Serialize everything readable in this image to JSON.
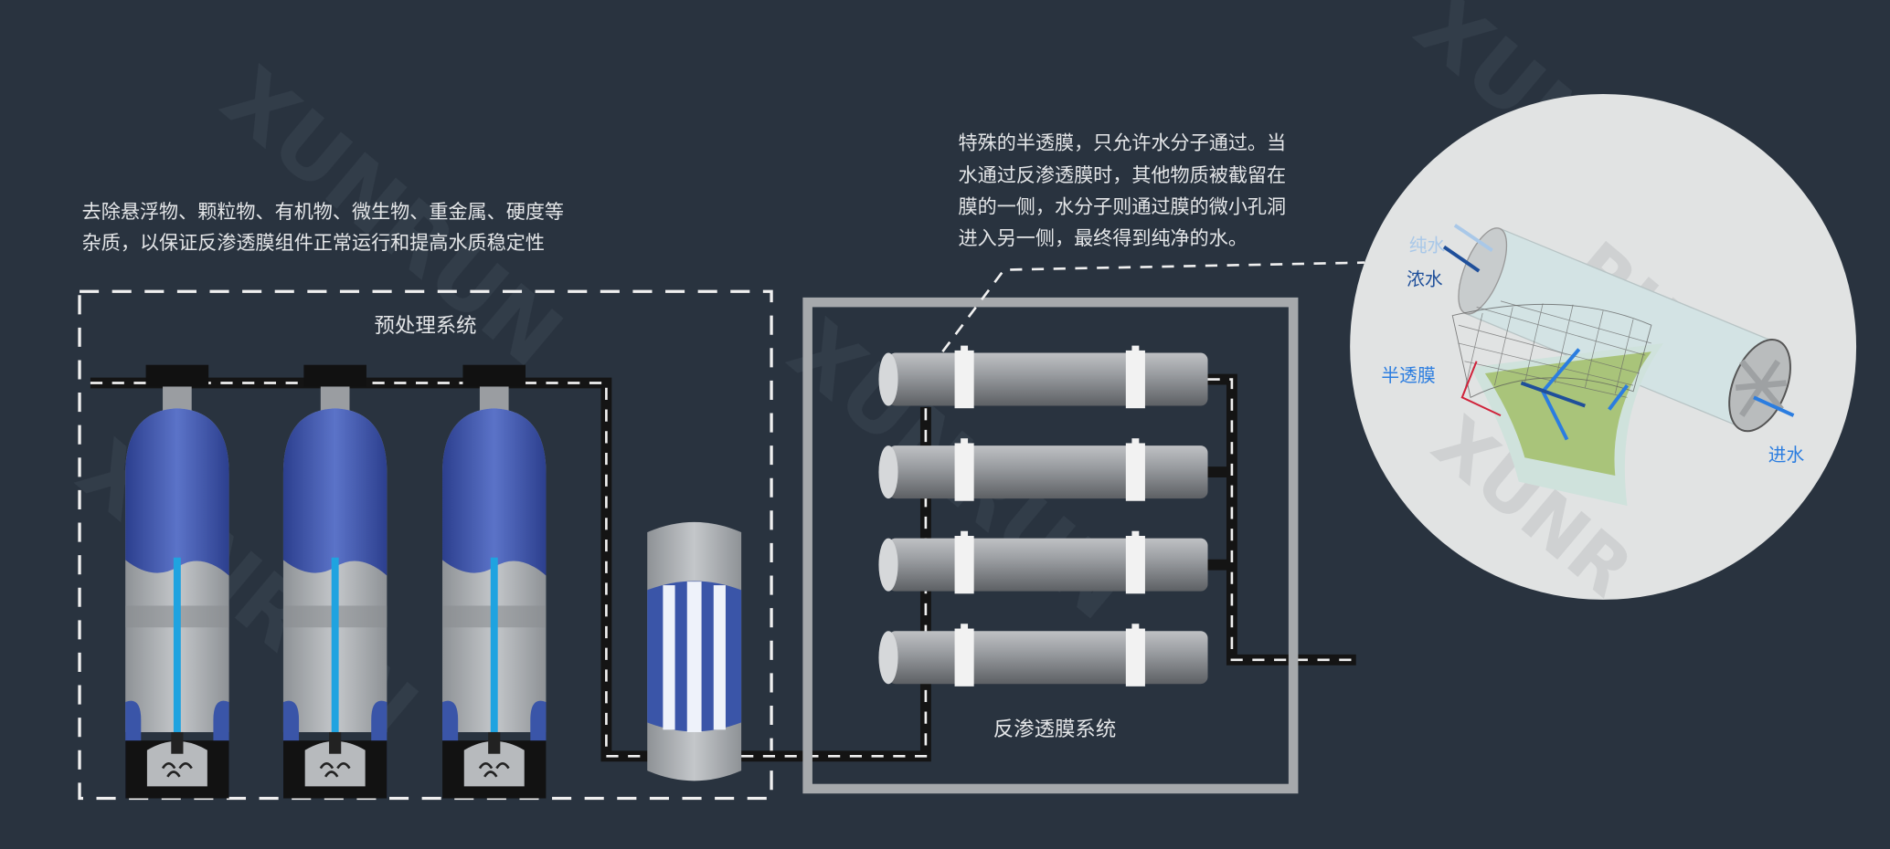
{
  "pretreatment": {
    "description_lines": [
      "去除悬浮物、颗粒物、有机物、微生物、重金属、硬度等",
      "杂质，以保证反渗透膜组件正常运行和提高水质稳定性"
    ],
    "title": "预处理系统"
  },
  "ro_system": {
    "description_lines": [
      "特殊的半透膜，只允许水分子通过。当",
      "水通过反渗透膜时，其他物质被截留在",
      "膜的一侧，水分子则通过膜的微小孔洞",
      "进入另一侧，最终得到纯净的水。"
    ],
    "title": "反渗透膜系统"
  },
  "detail": {
    "pure_water": "纯水",
    "concentrate": "浓水",
    "membrane": "半透膜",
    "feed_water": "进水"
  },
  "watermark": "XUNRUN",
  "colors": {
    "background": "#29333f",
    "tank_blue": "#3a55a8",
    "accent_blue": "#2b7de0",
    "pure_blue": "#a9c8e8",
    "concentrate_blue": "#1f4f9a"
  }
}
